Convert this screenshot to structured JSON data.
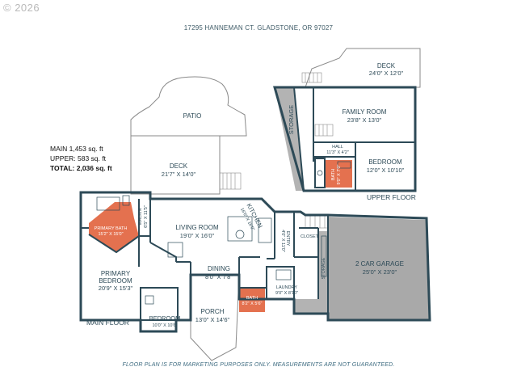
{
  "watermark": "© 2026",
  "address": "17295 HANNEMAN CT. GLADSTONE, OR 97027",
  "totals": {
    "main": "MAIN 1,453 sq. ft",
    "upper": "UPPER: 583 sq. ft",
    "total": "TOTAL: 2,036 sq. ft"
  },
  "disclaimer": "FLOOR PLAN IS FOR MARKETING PURPOSES ONLY. MEASUREMENTS ARE NOT GUARANTEED.",
  "floors": {
    "main": "MAIN FLOOR",
    "upper": "UPPER FLOOR"
  },
  "rooms": {
    "patio": {
      "name": "PATIO"
    },
    "deck_main": {
      "name": "DECK",
      "dims": "21'7\" X 14'0\""
    },
    "deck_upper": {
      "name": "DECK",
      "dims": "24'0\" X 12'0\""
    },
    "family_room": {
      "name": "FAMILY ROOM",
      "dims": "23'8\" X 13'0\""
    },
    "storage_upper": {
      "name": "STORAGE"
    },
    "hall": {
      "name": "HALL",
      "dims": "11'3\" X 4'2\""
    },
    "bedroom_upper": {
      "name": "BEDROOM",
      "dims": "12'0\" X 10'10\""
    },
    "bath_upper": {
      "name": "BATH",
      "dims": "9'0\" X 7'0\""
    },
    "primary_bath": {
      "name": "PRIMARY BATH",
      "dims": "15'2\" X 15'0\""
    },
    "walkin": {
      "name": "WALKIN",
      "dims": "6'5\" X 11'5\""
    },
    "living_room": {
      "name": "LIVING ROOM",
      "dims": "19'0\" X 16'0\""
    },
    "kitchen": {
      "name": "KITCHEN",
      "dims": "16'6\" X 16'0\""
    },
    "entry": {
      "name": "ENTRY",
      "dims": "4'0\" X 11'0\""
    },
    "closet": {
      "name": "CLOSET"
    },
    "garage": {
      "name": "2 CAR GARAGE",
      "dims": "25'0\" X 23'0\""
    },
    "storage_main": {
      "name": "STORAGE"
    },
    "primary_bedroom": {
      "name1": "PRIMARY",
      "name2": "BEDROOM",
      "dims": "20'9\" X 15'3\""
    },
    "dining": {
      "name": "DINING",
      "dims": "8'0\" X 7'8\""
    },
    "laundry": {
      "name": "LAUNDRY",
      "dims": "9'0\" X 8'10\""
    },
    "bath_main": {
      "name": "BATH",
      "dims": "8'2\" X 5'6\""
    },
    "bedroom_main": {
      "name": "BEDROOM",
      "dims": "10'0\" X 10'6\""
    },
    "porch": {
      "name": "PORCH",
      "dims": "13'0\" X 14'6\""
    }
  },
  "colors": {
    "wall": "#2d4a57",
    "bath_fill": "#e4714f",
    "garage_fill": "#a9a9a9",
    "storage_fill": "#b3b3b3",
    "outline": "#8a8a8a"
  }
}
